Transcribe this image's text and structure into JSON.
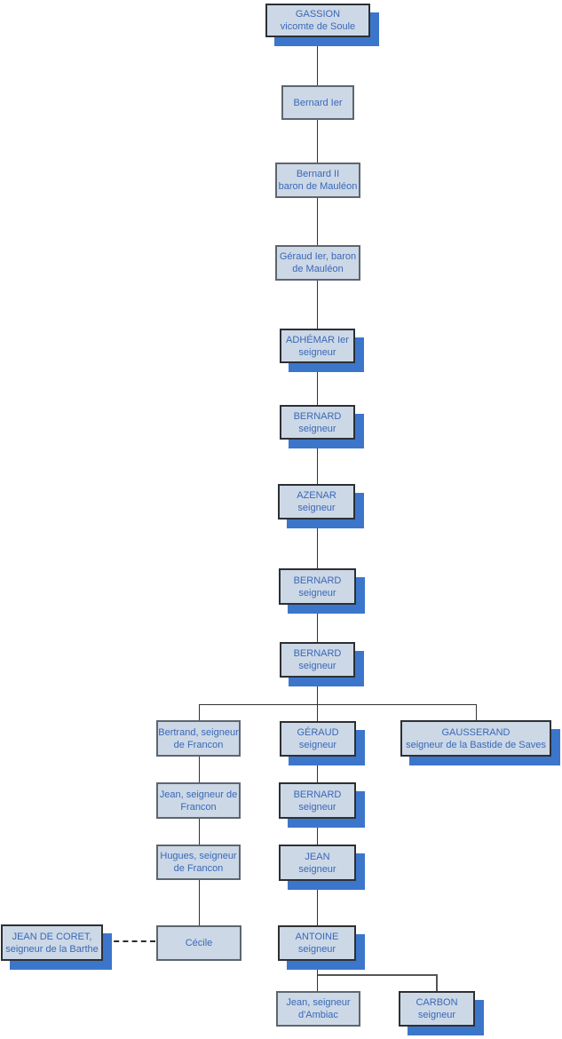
{
  "palette": {
    "node_fill": "#ccd8e6",
    "node_border": "#5d666e",
    "node_border_shadowed": "#2d3033",
    "node_text_blue": "#3a68b8",
    "drop_shadow_blue": "#3c76cb",
    "connector_line": "#333333",
    "background": "#ffffff"
  },
  "nodes": [
    {
      "id": "gassion",
      "label": "GASSION\nvicomte de Soule",
      "shadow": true
    },
    {
      "id": "bernard-ier",
      "label": "Bernard Ier",
      "shadow": false
    },
    {
      "id": "bernard-ii",
      "label": "Bernard II\nbaron de Mauléon",
      "shadow": false
    },
    {
      "id": "geraud-ier",
      "label": "Géraud Ier, baron\nde Mauléon",
      "shadow": false
    },
    {
      "id": "adhemar-ier",
      "label": "ADHÉMAR Ier\nseigneur",
      "shadow": true
    },
    {
      "id": "bernard-seigneur-1",
      "label": "BERNARD\nseigneur",
      "shadow": true
    },
    {
      "id": "azenar",
      "label": "AZENAR\nseigneur",
      "shadow": true
    },
    {
      "id": "bernard-seigneur-2",
      "label": "BERNARD\nseigneur",
      "shadow": true
    },
    {
      "id": "bernard-seigneur-3",
      "label": "BERNARD\nseigneur",
      "shadow": true
    },
    {
      "id": "bertrand-francon",
      "label": "Bertrand, seigneur\nde Francon",
      "shadow": false
    },
    {
      "id": "geraud-seigneur",
      "label": "GÉRAUD\nseigneur",
      "shadow": true
    },
    {
      "id": "gausserand",
      "label": "GAUSSERAND\nseigneur de la Bastide de Saves",
      "shadow": true
    },
    {
      "id": "jean-francon",
      "label": "Jean, seigneur de\nFrancon",
      "shadow": false
    },
    {
      "id": "bernard-seigneur-4",
      "label": "BERNARD\nseigneur",
      "shadow": true
    },
    {
      "id": "hugues-francon",
      "label": "Hugues, seigneur\nde Francon",
      "shadow": false
    },
    {
      "id": "jean-seigneur",
      "label": "JEAN\nseigneur",
      "shadow": true
    },
    {
      "id": "jean-de-coret",
      "label": "JEAN DE CORET,\nseigneur de la Barthe",
      "shadow": true
    },
    {
      "id": "cecile",
      "label": "Cécile",
      "shadow": false
    },
    {
      "id": "antoine",
      "label": "ANTOINE\nseigneur",
      "shadow": true
    },
    {
      "id": "jean-ambiac",
      "label": "Jean, seigneur\nd'Ambiac",
      "shadow": false
    },
    {
      "id": "carbon",
      "label": "CARBON\nseigneur",
      "shadow": true
    }
  ],
  "edges": [
    {
      "from": "gassion",
      "to": "bernard-ier",
      "type": "descent"
    },
    {
      "from": "bernard-ier",
      "to": "bernard-ii",
      "type": "descent"
    },
    {
      "from": "bernard-ii",
      "to": "geraud-ier",
      "type": "descent"
    },
    {
      "from": "geraud-ier",
      "to": "adhemar-ier",
      "type": "descent"
    },
    {
      "from": "adhemar-ier",
      "to": "bernard-seigneur-1",
      "type": "descent"
    },
    {
      "from": "bernard-seigneur-1",
      "to": "azenar",
      "type": "descent"
    },
    {
      "from": "azenar",
      "to": "bernard-seigneur-2",
      "type": "descent"
    },
    {
      "from": "bernard-seigneur-2",
      "to": "bernard-seigneur-3",
      "type": "descent"
    },
    {
      "from": "bernard-seigneur-3",
      "to": "bertrand-francon",
      "type": "descent"
    },
    {
      "from": "bernard-seigneur-3",
      "to": "geraud-seigneur",
      "type": "descent"
    },
    {
      "from": "bernard-seigneur-3",
      "to": "gausserand",
      "type": "descent"
    },
    {
      "from": "bertrand-francon",
      "to": "jean-francon",
      "type": "descent"
    },
    {
      "from": "jean-francon",
      "to": "hugues-francon",
      "type": "descent"
    },
    {
      "from": "hugues-francon",
      "to": "cecile",
      "type": "descent"
    },
    {
      "from": "geraud-seigneur",
      "to": "bernard-seigneur-4",
      "type": "descent"
    },
    {
      "from": "bernard-seigneur-4",
      "to": "jean-seigneur",
      "type": "descent"
    },
    {
      "from": "jean-seigneur",
      "to": "antoine",
      "type": "descent"
    },
    {
      "from": "antoine",
      "to": "jean-ambiac",
      "type": "descent"
    },
    {
      "from": "antoine",
      "to": "carbon",
      "type": "descent"
    },
    {
      "from": "jean-de-coret",
      "to": "cecile",
      "type": "marriage"
    }
  ]
}
